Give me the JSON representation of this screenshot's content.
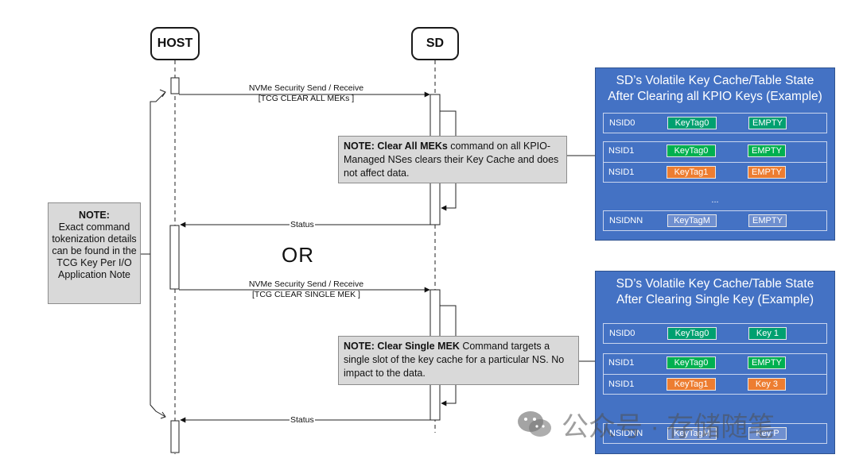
{
  "actors": {
    "host": "HOST",
    "sd": "SD"
  },
  "messages": [
    {
      "line1": "NVMe Security Send / Receive",
      "line2": "[TCG CLEAR ALL MEKs ]"
    },
    {
      "line1": "NVMe Security Send / Receive",
      "line2": "[TCG CLEAR SINGLE MEK ]"
    }
  ],
  "status_label": "Status",
  "or_text": "OR",
  "left_note": {
    "title": "NOTE:",
    "body": "Exact command tokenization details can be found in the TCG Key Per I/O Application Note"
  },
  "note1": {
    "prefix": "NOTE:  Clear All MEKs",
    "text": " command on all KPIO-Managed NSes clears their Key Cache and does not affect data."
  },
  "note2": {
    "prefix": "NOTE:  Clear Single MEK",
    "text": " Command targets a single slot of the key cache for a particular NS. No impact to the data."
  },
  "panel1": {
    "title_line1": "SD’s Volatile Key Cache/Table State",
    "title_line2": "After Clearing all KPIO Keys (Example)",
    "rows": [
      {
        "ns": "NSID0",
        "tag": "KeyTag0",
        "state": "EMPTY"
      },
      {
        "ns": "NSID1",
        "tag": "KeyTag0",
        "state": "EMPTY"
      },
      {
        "ns": "NSID1",
        "tag": "KeyTag1",
        "state": "EMPTY"
      },
      {
        "ns": "NSIDNN",
        "tag": "KeyTagM",
        "state": "EMPTY"
      }
    ],
    "ellipsis": "..."
  },
  "panel2": {
    "title_line1": "SD’s Volatile Key Cache/Table State",
    "title_line2": "After Clearing Single Key (Example)",
    "rows": [
      {
        "ns": "NSID0",
        "tag": "KeyTag0",
        "state": "Key 1"
      },
      {
        "ns": "NSID1",
        "tag": "KeyTag0",
        "state": "EMPTY"
      },
      {
        "ns": "NSID1",
        "tag": "KeyTag1",
        "state": "Key 3"
      },
      {
        "ns": "NSIDNN",
        "tag": "KeyTagM",
        "state": "Key P"
      }
    ]
  },
  "watermark": "公众号 · 存储随笔",
  "colors": {
    "panel": "#4472c4",
    "green": "#00b050",
    "orange": "#ed7d31",
    "note": "#d9d9d9"
  }
}
